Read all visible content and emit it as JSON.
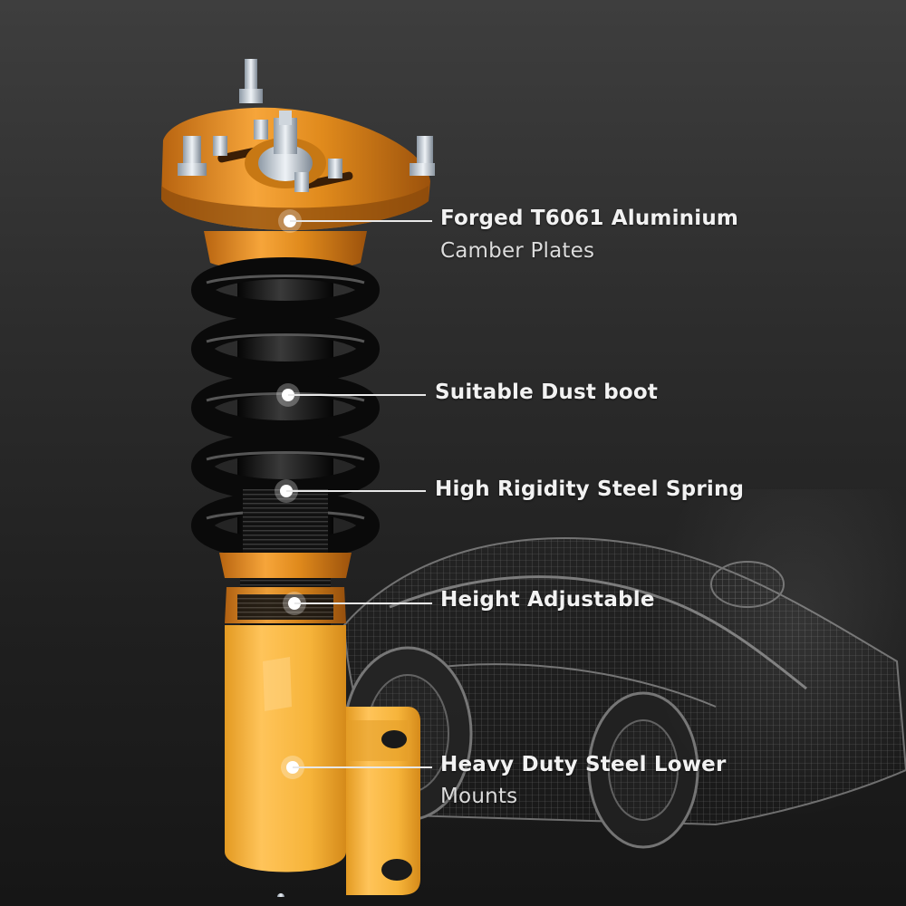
{
  "product": {
    "type": "coilover-suspension-strut",
    "colors": {
      "background_top": "#3e3e3e",
      "background_bottom": "#161616",
      "anodized_orange": "#e8901e",
      "strut_body_yellow": "#f6b43a",
      "spring_black": "#0c0c0c",
      "label_text": "#f2f2f2"
    }
  },
  "callouts": [
    {
      "id": "camber-plates",
      "line1": "Forged T6061 Aluminium",
      "line2": "Camber Plates"
    },
    {
      "id": "dust-boot",
      "line1": "Suitable Dust boot",
      "line2": ""
    },
    {
      "id": "steel-spring",
      "line1": "High Rigidity Steel Spring",
      "line2": ""
    },
    {
      "id": "height-adjustable",
      "line1": "Height Adjustable",
      "line2": ""
    },
    {
      "id": "lower-mounts",
      "line1": "Heavy Duty Steel Lower",
      "line2": "Mounts"
    }
  ],
  "background_art": {
    "subject": "wireframe-sports-car",
    "effect": "smoke"
  }
}
